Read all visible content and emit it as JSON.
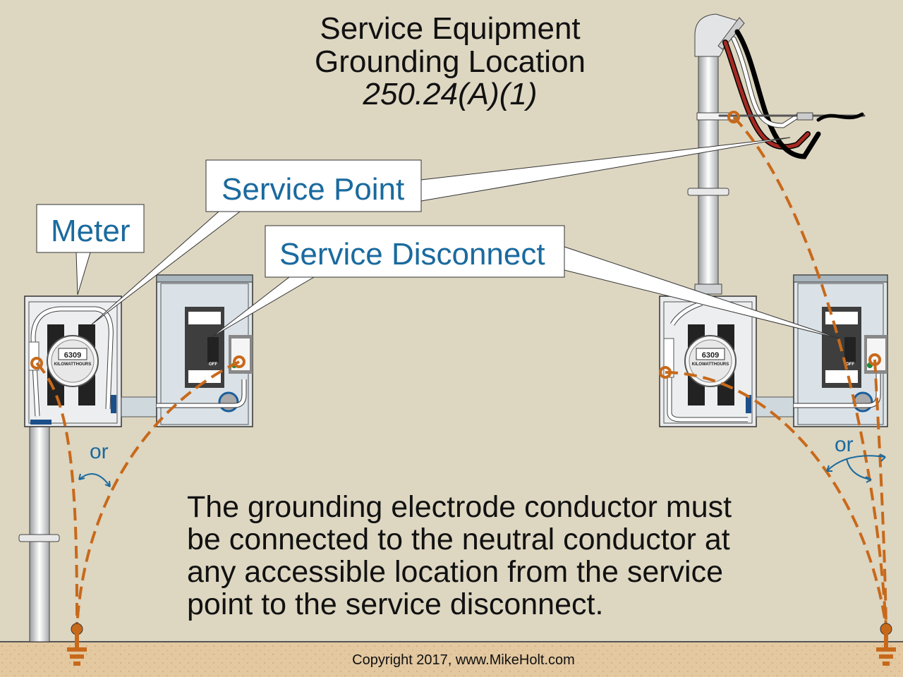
{
  "title": {
    "line1": "Service Equipment",
    "line2": "Grounding Location",
    "line3": "250.24(A)(1)"
  },
  "callouts": {
    "meter": "Meter",
    "service_point": "Service Point",
    "service_disconnect": "Service Disconnect"
  },
  "description": {
    "line1": "The grounding electrode conductor must",
    "line2": "be connected to the neutral conductor at",
    "line3": "any accessible location from the service",
    "line4": "point to the service disconnect."
  },
  "or_labels": {
    "left": "or",
    "right": "or"
  },
  "meter_face": {
    "reading": "6309",
    "label": "KILOWATTHOURS"
  },
  "breaker": {
    "off_label": "OFF"
  },
  "copyright": "Copyright 2017, www.MikeHolt.com",
  "colors": {
    "background": "#ddd6c1",
    "ground": "#e3c8a0",
    "grounding_conductor": "#c8691a",
    "callout_text": "#1a6a9e"
  }
}
